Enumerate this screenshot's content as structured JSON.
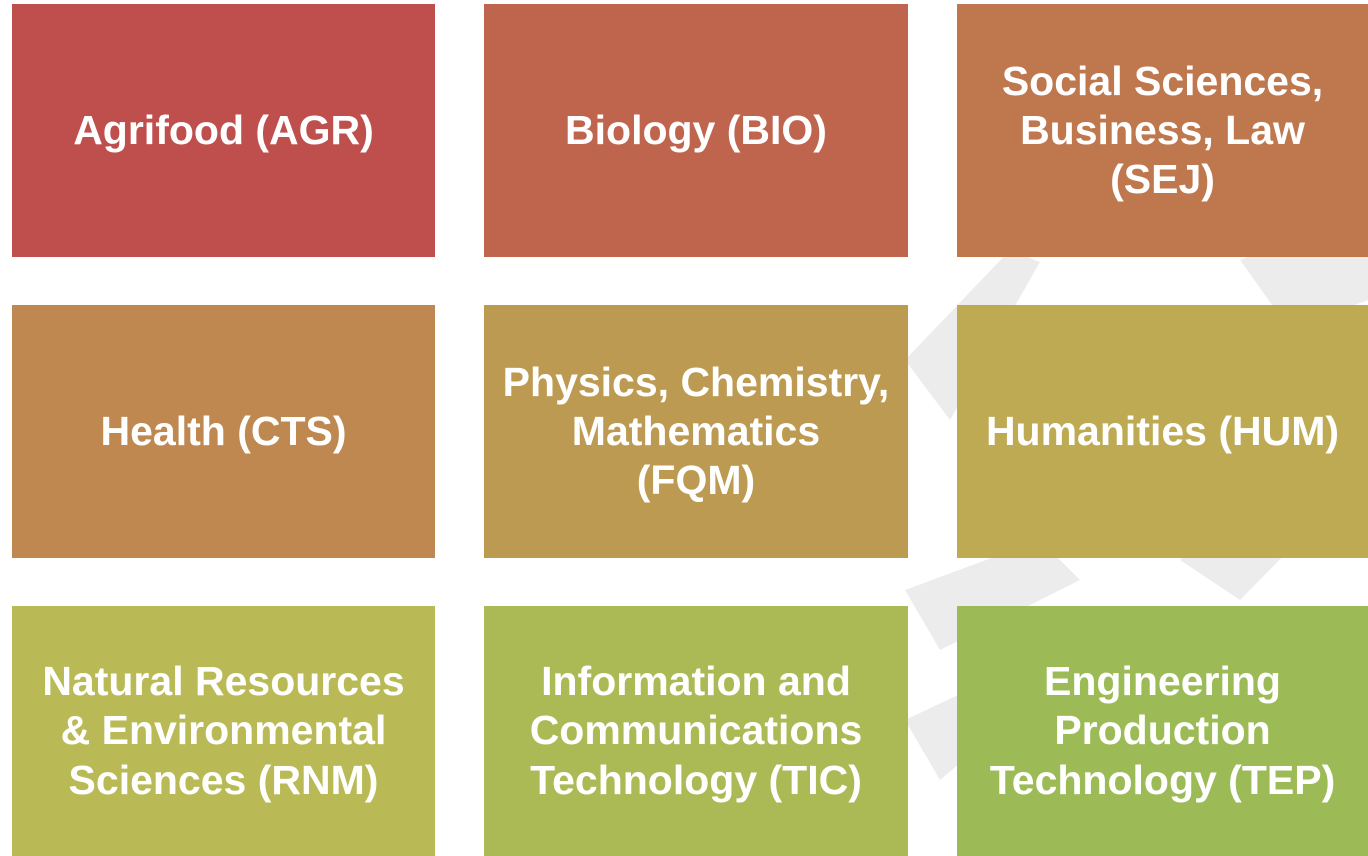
{
  "tiles": [
    {
      "label": "Agrifood (AGR)",
      "color": "#bf4f4d"
    },
    {
      "label": "Biology (BIO)",
      "color": "#bf654d"
    },
    {
      "label": "Social Sciences,\nBusiness, Law (SEJ)",
      "color": "#bf774e"
    },
    {
      "label": "Health (CTS)",
      "color": "#bf8850"
    },
    {
      "label": "Physics, Chemistry,\nMathematics\n(FQM)",
      "color": "#bd9a51"
    },
    {
      "label": "Humanities (HUM)",
      "color": "#bdaa53"
    },
    {
      "label": "Natural Resources\n& Environmental\nSciences (RNM)",
      "color": "#b9ba55"
    },
    {
      "label": "Information and\nCommunications\nTechnology (TIC)",
      "color": "#abba55"
    },
    {
      "label": "Engineering\nProduction\nTechnology (TEP)",
      "color": "#9cbb56"
    }
  ]
}
